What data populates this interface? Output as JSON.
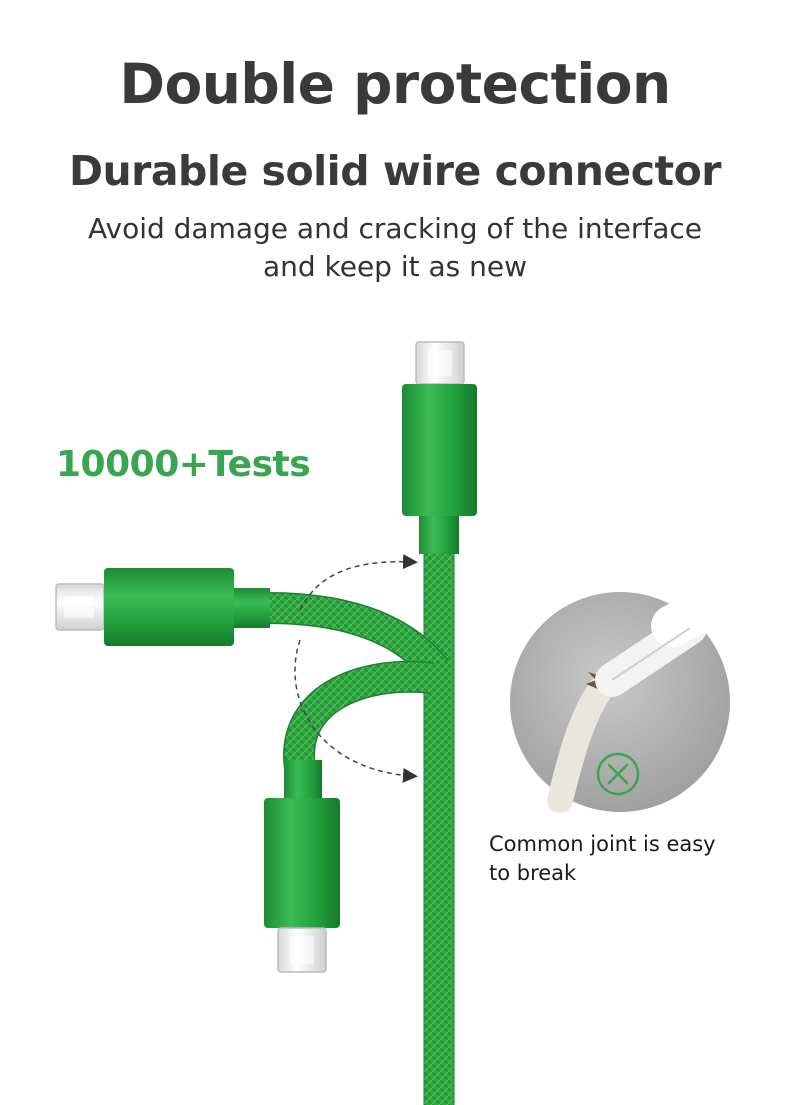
{
  "header": {
    "title": "Double protection",
    "subtitle": "Durable solid wire connector",
    "description_line1": "Avoid damage and cracking of the interface",
    "description_line2": "and keep it as new"
  },
  "badge": {
    "tests_label": "10000+Tests"
  },
  "inset": {
    "caption_line1": "Common joint is easy",
    "caption_line2": "to break",
    "x_mark_icon": "x-circle-icon"
  },
  "colors": {
    "accent_green": "#3aa550",
    "cable_green": "#2fa83f",
    "connector_green": "#22993a",
    "heading_gray": "#3a3a3a"
  },
  "icons": [
    "lightning-plug-icon",
    "bend-arrow-icon",
    "x-circle-icon"
  ]
}
